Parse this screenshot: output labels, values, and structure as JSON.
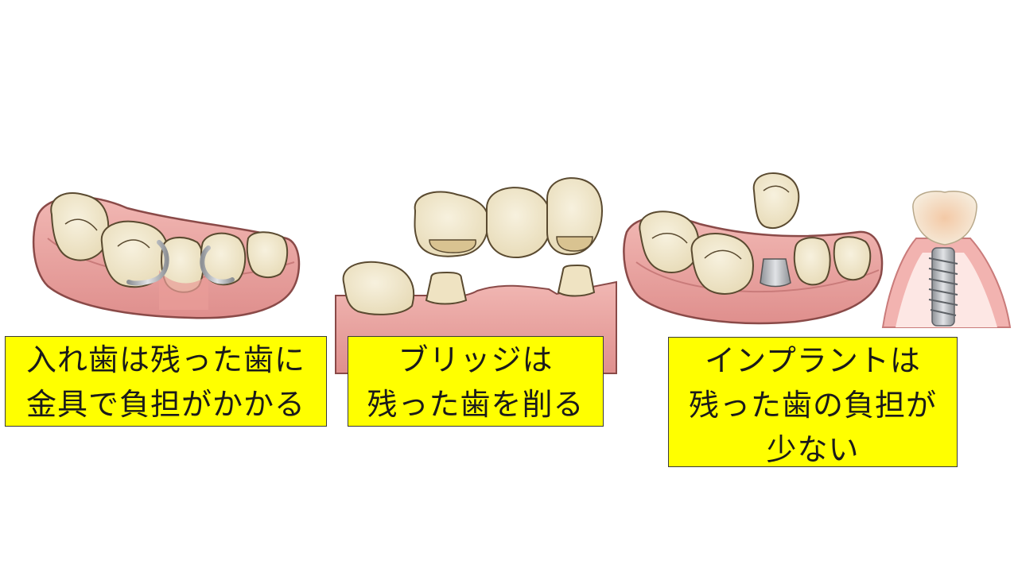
{
  "panels": [
    {
      "id": "denture",
      "lines": [
        "入れ歯は残った歯に",
        "金具で負担がかかる"
      ]
    },
    {
      "id": "bridge",
      "lines": [
        "ブリッジは",
        "残った歯を削る"
      ]
    },
    {
      "id": "implant",
      "lines": [
        "インプラントは",
        "残った歯の負担が",
        "少ない"
      ]
    }
  ],
  "colors": {
    "caption_background": "#ffff00",
    "gum": "#e7a2a0",
    "gum_dark": "#c97b7a",
    "tooth": "#efe6cc",
    "tooth_shadow": "#d8caa0",
    "metal": "#b9bcc2"
  },
  "icons": [
    "denture-illustration",
    "bridge-illustration",
    "implant-illustration",
    "implant-cross-section-icon"
  ]
}
